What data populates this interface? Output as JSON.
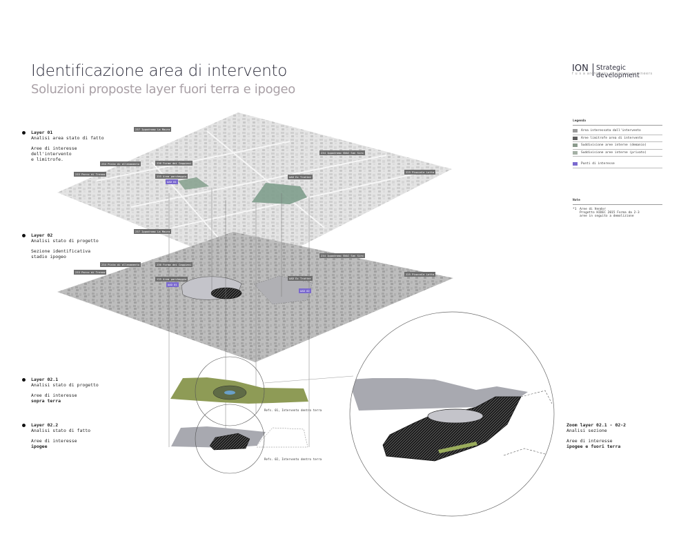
{
  "header": {
    "title": "Identificazione area di intervento",
    "subtitle": "Soluzioni proposte layer fuori terra e ipogeo"
  },
  "logo": {
    "mark": "ION",
    "tagline": "Strategic development",
    "sub": "f u s a   architects designers engineers"
  },
  "layers": [
    {
      "name": "Layer 01",
      "line1": "Analisi area stato di fatto",
      "line2": "Aree di interesse",
      "line3": "dell'intervento",
      "line4": "e limitrofe."
    },
    {
      "name": "Layer 02",
      "line1": "Analisi stato di progetto",
      "line2": "Sezione identificativa",
      "line3": "stadio ipogeo",
      "line4": ""
    },
    {
      "name": "Layer 02.1",
      "line1": "Analisi stato di progetto",
      "line2": "Aree di interesse",
      "line3": "sopra terra",
      "line4": ""
    },
    {
      "name": "Layer 02.2",
      "line1": "Analisi stato di fatto",
      "line2": "Aree di interesse",
      "line3": "ipogee",
      "line4": ""
    }
  ],
  "legend": {
    "title": "Legenda",
    "items": [
      {
        "label": "Area interessata dall'intervento",
        "color": "#9a9a9a"
      },
      {
        "label": "Aree limitrofe area di intervento",
        "color": "#5e5e5e"
      },
      {
        "label": "Suddivisione aree interne (demanio)",
        "color": "#8a9a8c"
      },
      {
        "label": "Suddivisione aree interne (privato)",
        "color": "#a4b0a5"
      },
      {
        "label": "Punti di interesse",
        "color": "#7a69cf"
      }
    ],
    "note_title": "Note",
    "note_number": "*1",
    "note_line1": "Aree di Vendor",
    "note_line2": "Progetto HIDEC 2015 Forma da 2-3",
    "note_line3": "aree in seguito a demolizione"
  },
  "callouts_top": [
    {
      "text": "237 Ippodromo La Maura",
      "hl": false
    },
    {
      "text": "234 Pista di allenamento",
      "hl": false
    },
    {
      "text": "236 Forma dei Cappiani",
      "hl": false
    },
    {
      "text": "235 Area parcheggio",
      "hl": false
    },
    {
      "text": "AAD 01",
      "hl": true
    },
    {
      "text": "234 Ippodromo SNAI San Siro",
      "hl": false
    },
    {
      "text": "233 Parco di Trenno",
      "hl": false
    },
    {
      "text": "AAD Ex Trotter",
      "hl": true
    },
    {
      "text": "225 Piazzale Lotto",
      "hl": false
    }
  ],
  "callouts_mid": [
    {
      "text": "237 Ippodromo La Maura",
      "hl": false
    },
    {
      "text": "234 Pista di allenamento",
      "hl": false
    },
    {
      "text": "236 Forma dei Cappiani",
      "hl": false
    },
    {
      "text": "233 Parco di Trenno",
      "hl": false
    },
    {
      "text": "235 Area parcheggio",
      "hl": false
    },
    {
      "text": "AAD 01",
      "hl": true
    },
    {
      "text": "234 Ippodromo SNAI San Siro",
      "hl": false
    },
    {
      "text": "AAD Ex Trotter",
      "hl": true
    },
    {
      "text": "AAD 02",
      "hl": true
    },
    {
      "text": "225 Piazzale Lotto",
      "hl": false
    }
  ],
  "captions": {
    "cap1": "Refs. 01, Intervento dentro terra",
    "cap2": "Refs. 02, Intervento dentro terra"
  },
  "zoom": {
    "name": "Zoom layer 02.1 - 02-2",
    "line1": "Analisi sezione",
    "line2": "Aree di interesse",
    "line3": "ipogee e fuori terra"
  },
  "colors": {
    "map_light": "#e6e6e6",
    "map_mid": "#b9b9b9",
    "green_dark": "#8aa391",
    "green_olive": "#8e9b56",
    "accent": "#7a69cf",
    "stadium_dark": "#1f1f1f",
    "slab_grey": "#a8a9b0"
  }
}
